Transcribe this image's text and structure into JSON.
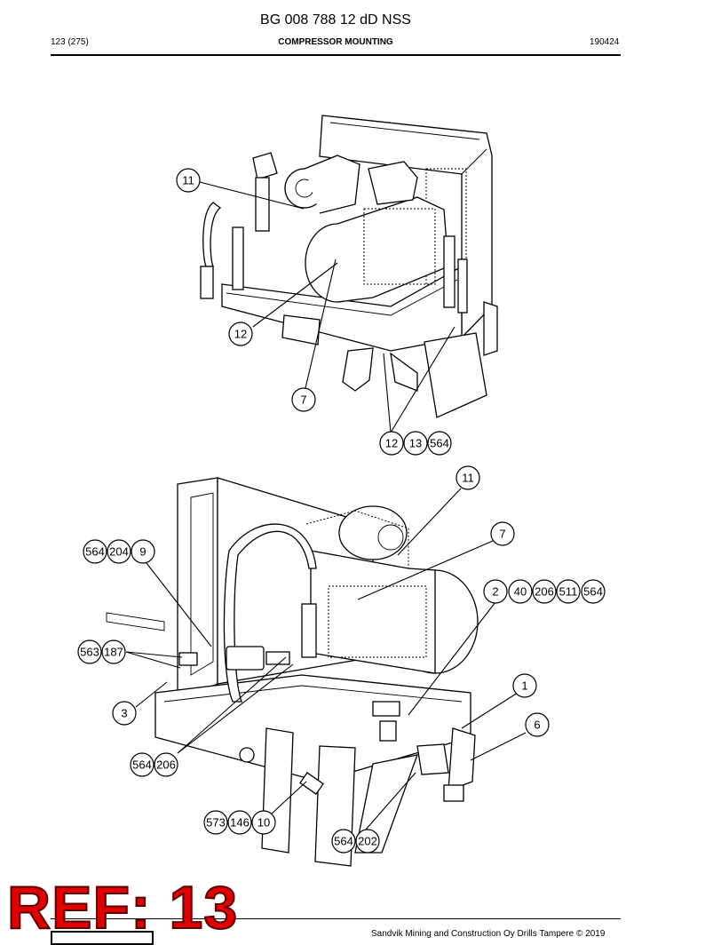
{
  "header": {
    "doc_title": "BG 008 788 12 dD NSS",
    "page": "123 (275)",
    "section": "COMPRESSOR MOUNTING",
    "date": "190424"
  },
  "footer": {
    "text": "Sandvik Mining and Construction Oy Drills Tampere © 2019"
  },
  "ref_label": "REF: 13",
  "callouts": {
    "top": [
      "11",
      "12",
      "7",
      "12",
      "13",
      "564"
    ],
    "bottom": [
      "11",
      "7",
      "564",
      "204",
      "9",
      "2",
      "40",
      "206",
      "511",
      "564",
      "563",
      "187",
      "1",
      "3",
      "6",
      "564",
      "206",
      "573",
      "146",
      "10",
      "564",
      "202"
    ]
  }
}
